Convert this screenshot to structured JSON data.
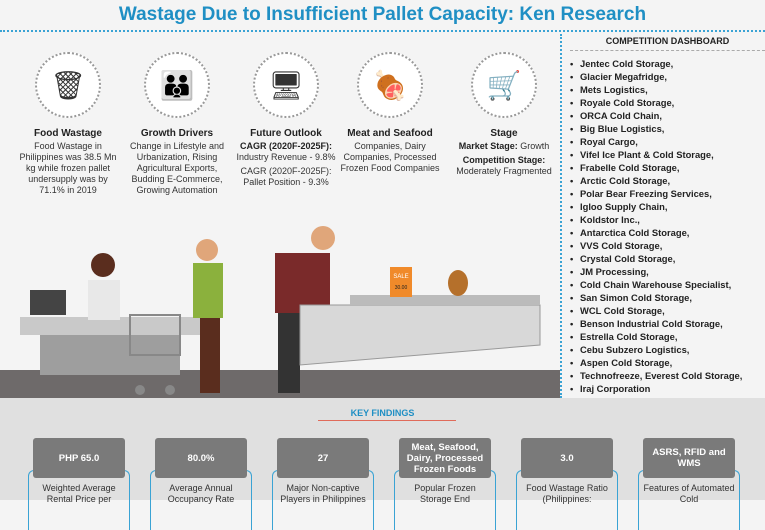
{
  "title": "Wastage Due to Insufficient Pallet Capacity: Ken Research",
  "highlights": [
    {
      "icon": "trash-bin-icon",
      "heading": "Food Wastage",
      "text": "Food Wastage in Philippines was 38.5 Mn kg while frozen pallet undersupply was by 71.1% in 2019"
    },
    {
      "icon": "family-icon",
      "heading": "Growth Drivers",
      "text": "Change in Lifestyle and Urbanization, Rising Agricultural Exports, Budding E-Commerce, Growing Automation"
    },
    {
      "icon": "monitor-icon",
      "heading": "Future Outlook",
      "sub": "CAGR (2020F-2025F):",
      "text": "Industry Revenue - 9.8%",
      "text2": "CAGR (2020F-2025F): Pallet Position - 9.3%"
    },
    {
      "icon": "meat-seafood-icon",
      "heading": "Meat and Seafood",
      "text": "Companies, Dairy Companies, Processed Frozen Food Companies"
    },
    {
      "icon": "cashier-icon",
      "heading": "Stage",
      "l1": "Market Stage:",
      "v1": " Growth",
      "l2": "Competition Stage:",
      "v2": "Moderately Fragmented"
    }
  ],
  "scene": {
    "sale_tag": "SALE",
    "price_tag": "30.00"
  },
  "competition": {
    "heading": "COMPETITION DASHBOARD",
    "items": [
      "Jentec Cold Storage,",
      "Glacier Megafridge,",
      "Mets Logistics,",
      "Royale Cold Storage,",
      "ORCA Cold Chain,",
      "Big Blue Logistics,",
      "Royal Cargo,",
      "Vifel Ice Plant & Cold Storage,",
      "Frabelle Cold Storage,",
      "Arctic Cold Storage,",
      "Polar Bear Freezing Services,",
      "Igloo Supply Chain,",
      "Koldstor Inc.,",
      "Antarctica Cold Storage,",
      "VVS Cold Storage,",
      "Crystal Cold Storage,",
      "JM Processing,",
      "Cold Chain Warehouse Specialist,",
      "San Simon Cold Storage,",
      "WCL Cold Storage,",
      "Benson Industrial Cold Storage,",
      "Estrella Cold Storage,",
      "Cebu Subzero Logistics,",
      "Aspen Cold Storage,",
      "Technofreeze, Everest Cold Storage,",
      "Iraj Corporation"
    ]
  },
  "key_findings": {
    "heading": "KEY FINDINGS",
    "cards": [
      {
        "value": "PHP 65.0",
        "desc": "Weighted Average Rental Price per"
      },
      {
        "value": "80.0%",
        "desc": "Average Annual Occupancy Rate"
      },
      {
        "value": "27",
        "desc": "Major Non-captive Players in Philippines"
      },
      {
        "value": "Meat, Seafood, Dairy, Processed Frozen Foods",
        "desc": "Popular Frozen Storage End"
      },
      {
        "value": "3.0",
        "desc": "Food Wastage Ratio (Philippines:"
      },
      {
        "value": "ASRS, RFID and WMS",
        "desc": "Features of Automated Cold"
      }
    ]
  }
}
